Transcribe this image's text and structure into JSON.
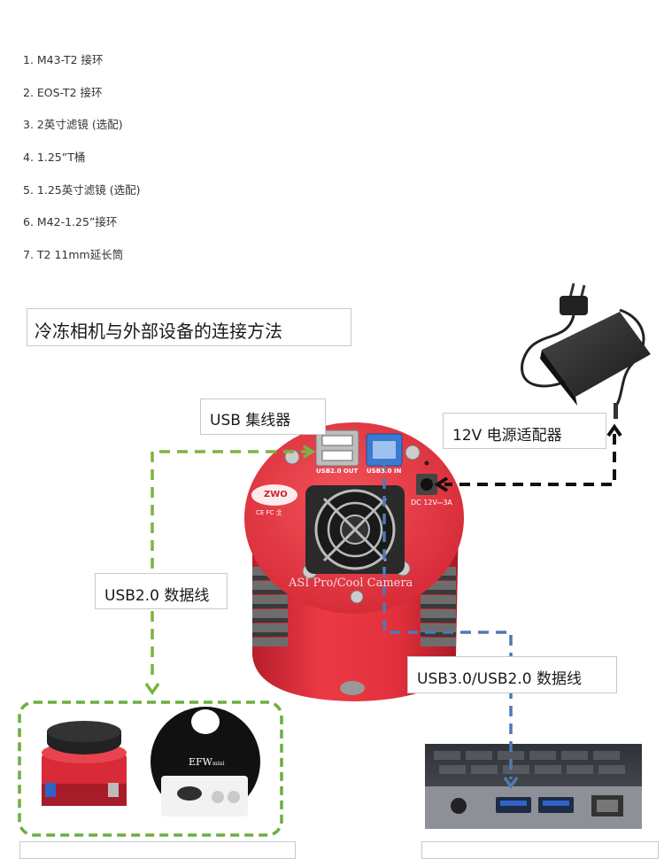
{
  "parts_list": [
    "1. M43-T2 接环",
    "2. EOS-T2 接环",
    "3. 2英寸滤镜 (选配)",
    "4. 1.25”T桶",
    "5. 1.25英寸滤镜 (选配)",
    "6. M42-1.25”接环",
    "7. T2 11mm延长筒"
  ],
  "diagram": {
    "title": "冷冻相机与外部设备的连接方法",
    "hub_label": "USB 集线器",
    "power_label": "12V 电源适配器",
    "usb2_label": "USB2.0 数据线",
    "usb3_label": "USB3.0/USB2.0 数据线"
  },
  "camera": {
    "port_usb2": "USB2.0 OUT",
    "port_usb3": "USB3.0 IN",
    "power_spec": "DC 12V⎓3A",
    "model_text": "ASI Pro/Cool Camera",
    "cert_marks": "CE FC 㐀",
    "brand_logo": "ZWO"
  },
  "efw": {
    "label": "EFW",
    "label_sub": "mini"
  },
  "colors": {
    "camera_red": "#e8333f",
    "green_dash": "#7cb342",
    "blue_dash": "#4f79b5",
    "black_dash": "#111111"
  }
}
